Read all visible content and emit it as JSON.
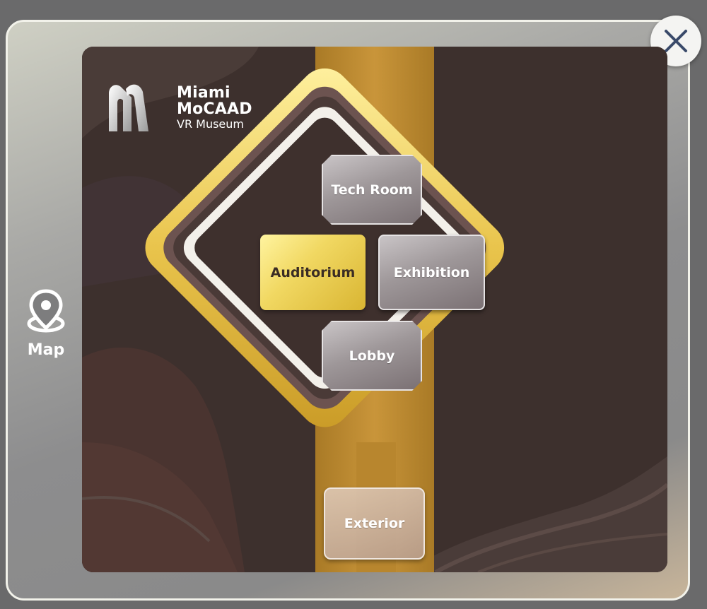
{
  "app": {
    "logo_line1": "Miami",
    "logo_line2": "MoCAAD",
    "logo_line3": "VR Museum"
  },
  "sidebar": {
    "map_label": "Map",
    "map_icon": "location-pin-icon"
  },
  "close_icon": "close-icon",
  "rooms": {
    "tech_room": "Tech Room",
    "auditorium": "Auditorium",
    "exhibition": "Exhibition",
    "lobby": "Lobby",
    "exterior": "Exterior"
  },
  "selected_room": "Auditorium",
  "colors": {
    "gold": "#e8c94a",
    "bronze": "#b88a2e",
    "panel": "#3d302d"
  }
}
